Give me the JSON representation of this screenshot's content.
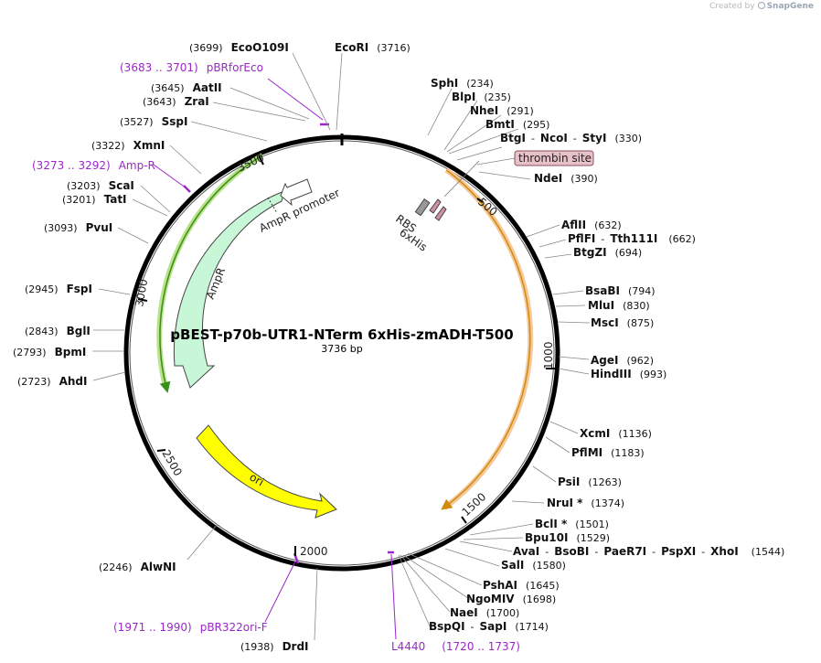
{
  "watermark": {
    "prefix": "Created by",
    "brand": "SnapGene"
  },
  "plasmid": {
    "name": "pBEST-p70b-UTR1-NTerm 6xHis-zmADH-T500",
    "size_label": "3736 bp",
    "length": 3736
  },
  "ticks": [
    "500",
    "1000",
    "1500",
    "2000",
    "2500",
    "3000",
    "3500"
  ],
  "features": {
    "ampr_promoter": "AmpR promoter",
    "ampr": "AmpR",
    "ori": "ori",
    "rbs": "RBS",
    "his": "6xHis",
    "thrombin": "thrombin site"
  },
  "sites": [
    {
      "name": "EcoRI",
      "pos": "(3716)"
    },
    {
      "name": "EcoO109I",
      "pos": "(3699)"
    },
    {
      "name": "AatII",
      "pos": "(3645)"
    },
    {
      "name": "ZraI",
      "pos": "(3643)"
    },
    {
      "name": "SspI",
      "pos": "(3527)"
    },
    {
      "name": "XmnI",
      "pos": "(3322)"
    },
    {
      "name": "ScaI",
      "pos": "(3203)"
    },
    {
      "name": "TatI",
      "pos": "(3201)"
    },
    {
      "name": "PvuI",
      "pos": "(3093)"
    },
    {
      "name": "FspI",
      "pos": "(2945)"
    },
    {
      "name": "BglI",
      "pos": "(2843)"
    },
    {
      "name": "BpmI",
      "pos": "(2793)"
    },
    {
      "name": "AhdI",
      "pos": "(2723)"
    },
    {
      "name": "AlwNI",
      "pos": "(2246)"
    },
    {
      "name": "DrdI",
      "pos": "(1938)"
    },
    {
      "name": "SphI",
      "pos": "(234)"
    },
    {
      "name": "BlpI",
      "pos": "(235)"
    },
    {
      "name": "NheI",
      "pos": "(291)"
    },
    {
      "name": "BmtI",
      "pos": "(295)"
    },
    {
      "name": "BtgI",
      "pos": ""
    },
    {
      "name": "NcoI",
      "pos": ""
    },
    {
      "name": "StyI",
      "pos": "(330)"
    },
    {
      "name": "NdeI",
      "pos": "(390)"
    },
    {
      "name": "AflII",
      "pos": "(632)"
    },
    {
      "name": "PflFI",
      "pos": ""
    },
    {
      "name": "Tth111I",
      "pos": "(662)"
    },
    {
      "name": "BtgZI",
      "pos": "(694)"
    },
    {
      "name": "BsaBI",
      "pos": "(794)"
    },
    {
      "name": "MluI",
      "pos": "(830)"
    },
    {
      "name": "MscI",
      "pos": "(875)"
    },
    {
      "name": "AgeI",
      "pos": "(962)"
    },
    {
      "name": "HindIII",
      "pos": "(993)"
    },
    {
      "name": "XcmI",
      "pos": "(1136)"
    },
    {
      "name": "PflMI",
      "pos": "(1183)"
    },
    {
      "name": "PsiI",
      "pos": "(1263)"
    },
    {
      "name": "NruI *",
      "pos": "(1374)"
    },
    {
      "name": "BclI *",
      "pos": "(1501)"
    },
    {
      "name": "Bpu10I",
      "pos": "(1529)"
    },
    {
      "name": "AvaI",
      "pos": ""
    },
    {
      "name": "BsoBI",
      "pos": ""
    },
    {
      "name": "PaeR7I",
      "pos": ""
    },
    {
      "name": "PspXI",
      "pos": ""
    },
    {
      "name": "XhoI",
      "pos": "(1544)"
    },
    {
      "name": "SalI",
      "pos": "(1580)"
    },
    {
      "name": "PshAI",
      "pos": "(1645)"
    },
    {
      "name": "NgoMIV",
      "pos": "(1698)"
    },
    {
      "name": "NaeI",
      "pos": "(1700)"
    },
    {
      "name": "BspQI",
      "pos": ""
    },
    {
      "name": "SapI",
      "pos": "(1714)"
    }
  ],
  "primers": [
    {
      "range": "(3683 .. 3701)",
      "name": "pBRforEco"
    },
    {
      "range": "(3273 .. 3292)",
      "name": "Amp-R"
    },
    {
      "range": "(1971 .. 1990)",
      "name": "pBR322ori-F"
    },
    {
      "range": "(1720 .. 1737)",
      "name": "L4440"
    }
  ]
}
